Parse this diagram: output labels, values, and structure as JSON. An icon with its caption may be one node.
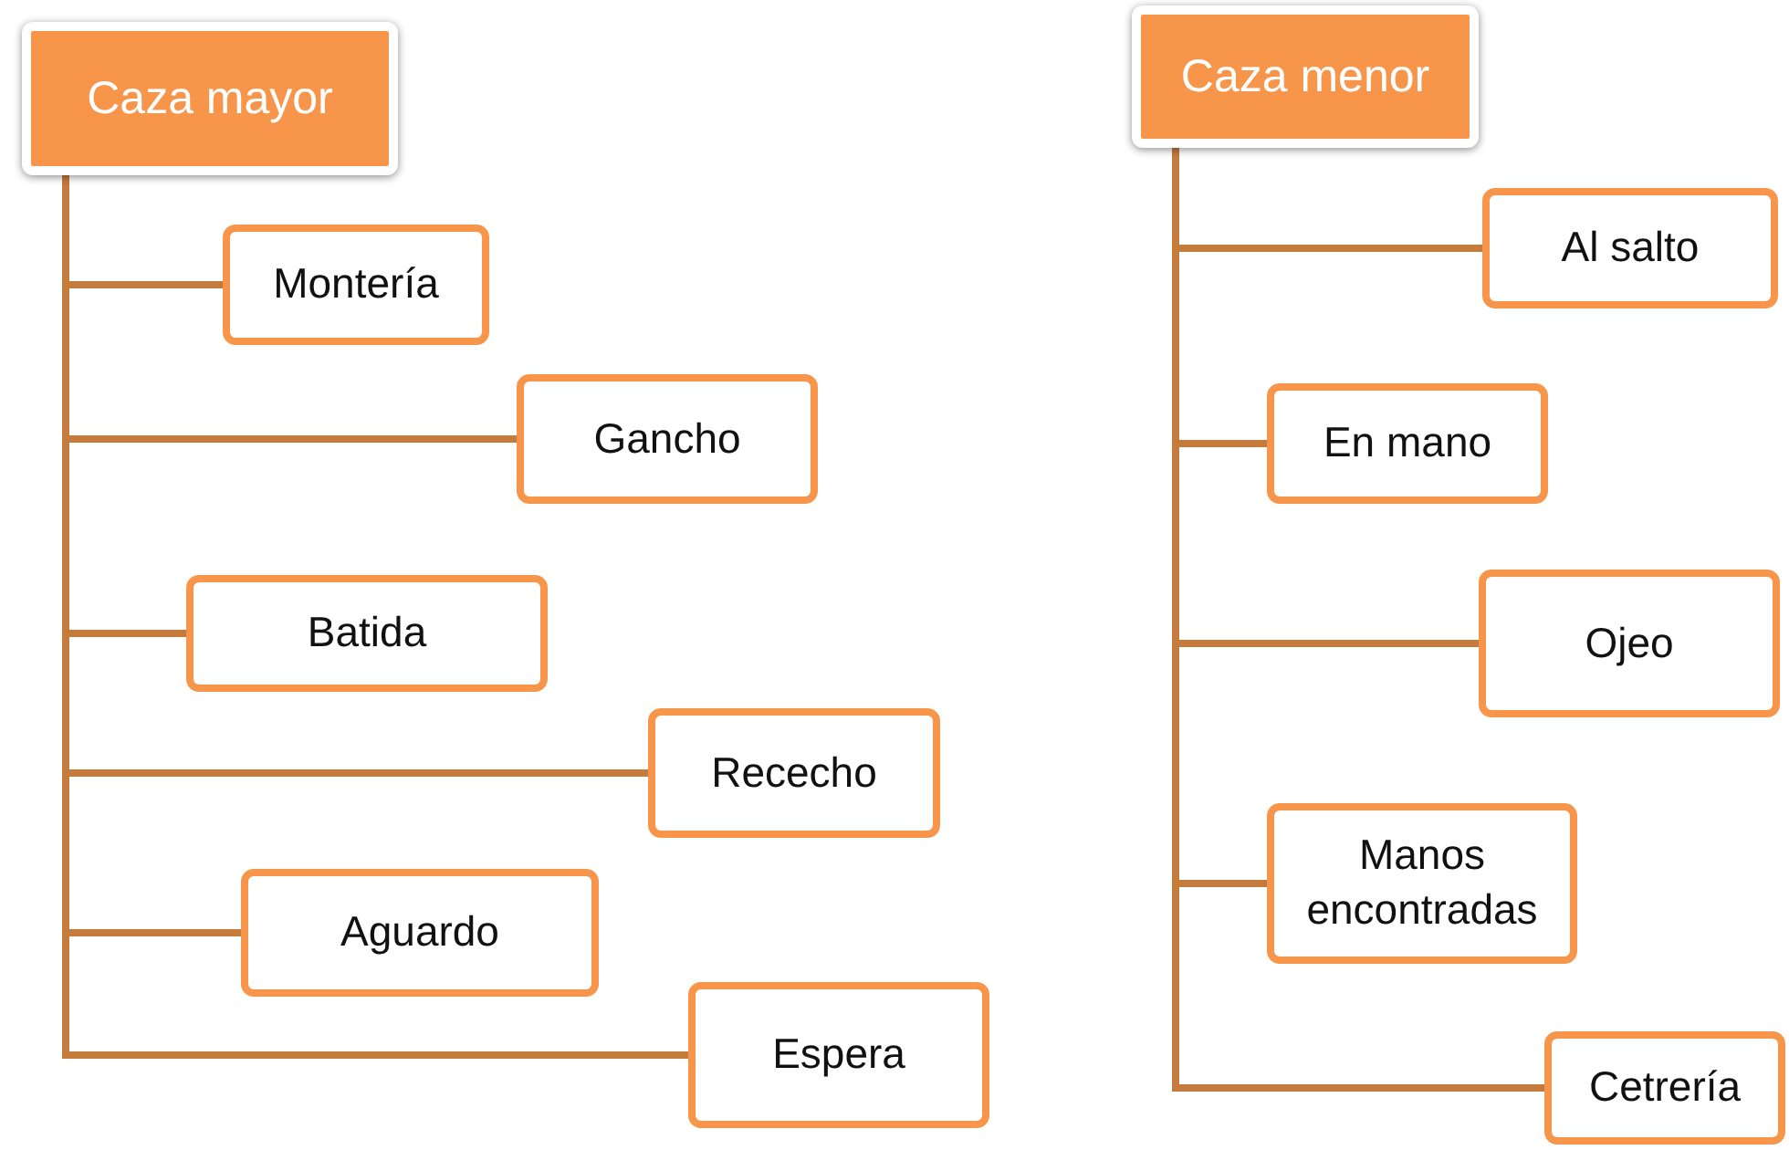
{
  "diagram": {
    "nodes": [
      {
        "text": [
          "Caza mayor"
        ]
      },
      {
        "text": [
          "Montería"
        ]
      },
      {
        "text": [
          "Gancho"
        ]
      },
      {
        "text": [
          "Batida"
        ]
      },
      {
        "text": [
          "Rececho"
        ]
      },
      {
        "text": [
          "Aguardo"
        ]
      },
      {
        "text": [
          "Espera"
        ]
      },
      {
        "text": [
          "Caza menor"
        ]
      },
      {
        "text": [
          "Al salto"
        ]
      },
      {
        "text": [
          "En mano"
        ]
      },
      {
        "text": [
          "Ojeo"
        ]
      },
      {
        "text": [
          "Manos encontradas"
        ]
      },
      {
        "text": [
          "Cetrería"
        ]
      }
    ],
    "edges": [
      {
        "from": 0,
        "to": 1,
        "arrow": "none"
      },
      {
        "from": 0,
        "to": 2,
        "arrow": "none"
      },
      {
        "from": 0,
        "to": 3,
        "arrow": "none"
      },
      {
        "from": 0,
        "to": 4,
        "arrow": "none"
      },
      {
        "from": 0,
        "to": 5,
        "arrow": "none"
      },
      {
        "from": 0,
        "to": 6,
        "arrow": "none"
      },
      {
        "from": 7,
        "to": 8,
        "arrow": "none"
      },
      {
        "from": 7,
        "to": 9,
        "arrow": "none"
      },
      {
        "from": 7,
        "to": 10,
        "arrow": "none"
      },
      {
        "from": 7,
        "to": 11,
        "arrow": "none"
      },
      {
        "from": 7,
        "to": 12,
        "arrow": "none"
      }
    ]
  }
}
